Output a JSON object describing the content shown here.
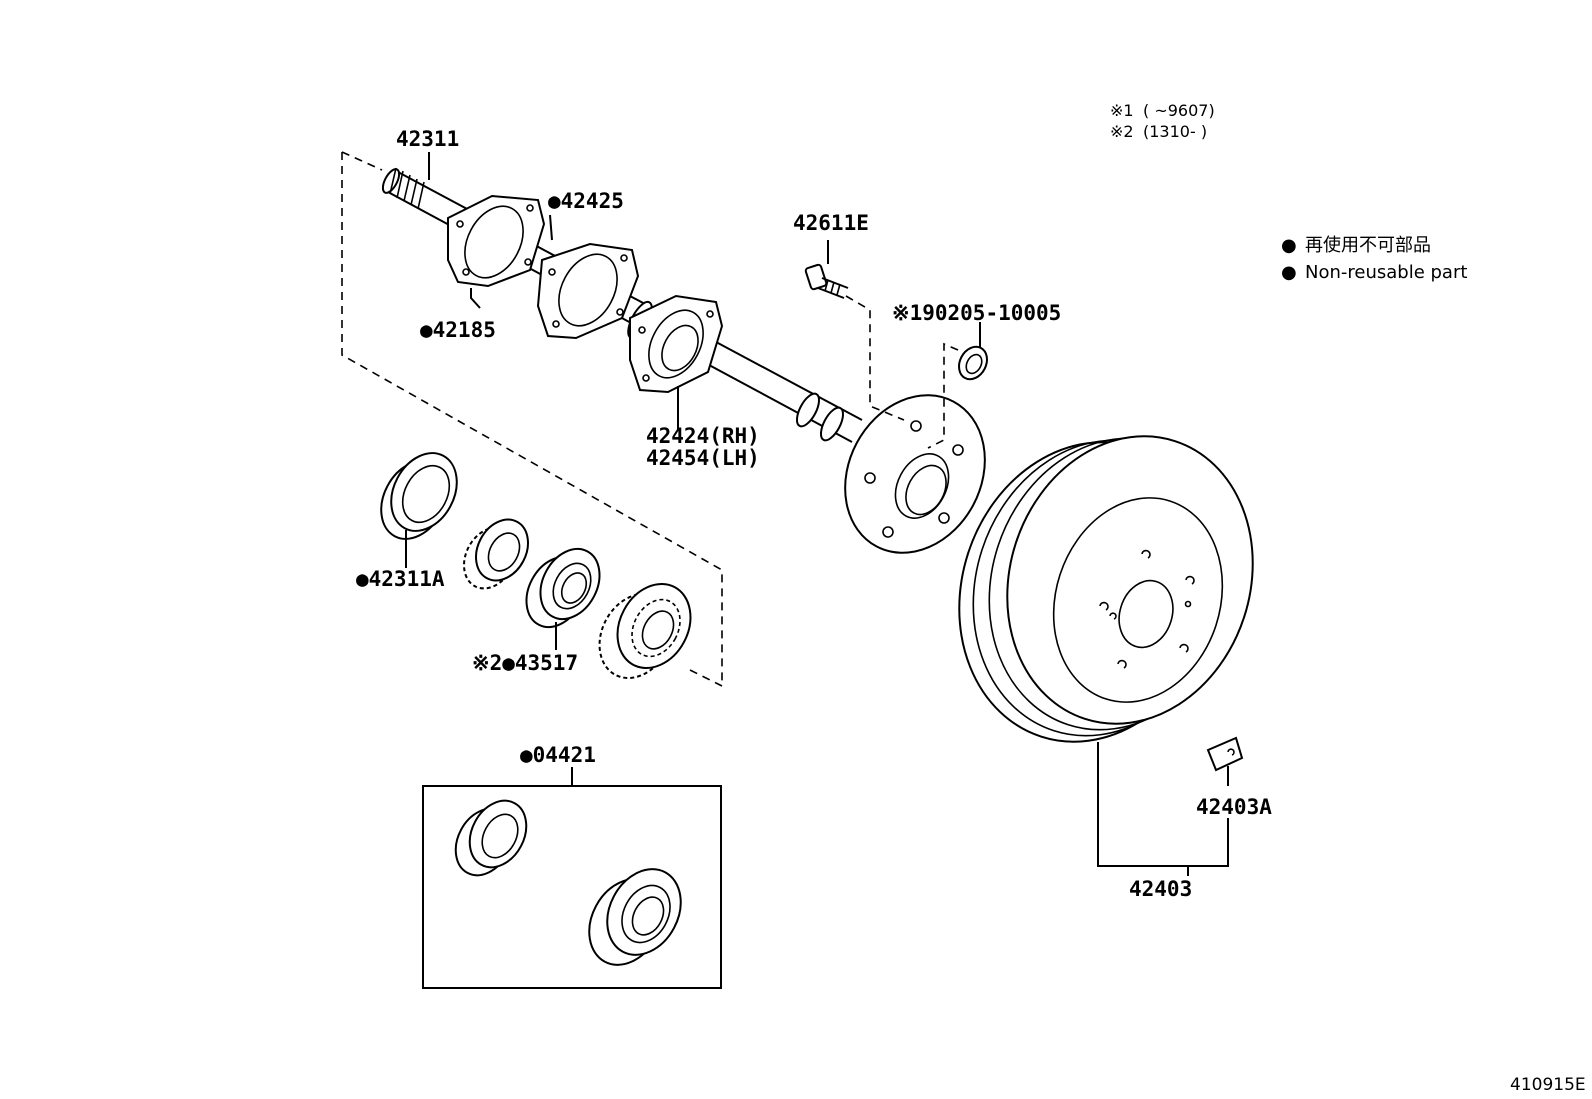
{
  "notes": {
    "note1_mark": "※1",
    "note1_range": "(      ~9607)",
    "note2_mark": "※2",
    "note2_range": "(1310-      )"
  },
  "legend": {
    "bullet": "●",
    "line_jp": "再使用不可部品",
    "line_en": "Non-reusable part"
  },
  "parts": {
    "p42311": "42311",
    "p42425": "●42425",
    "p42185": "●42185",
    "p42611E": "42611E",
    "p90205": "※190205-10005",
    "p42424": "42424(RH)",
    "p42454": "42454(LH)",
    "p42311A": "●42311A",
    "p43517": "※2●43517",
    "p04421": "●04421",
    "p42403A": "42403A",
    "p42403": "42403"
  },
  "figure_id": "410915E"
}
